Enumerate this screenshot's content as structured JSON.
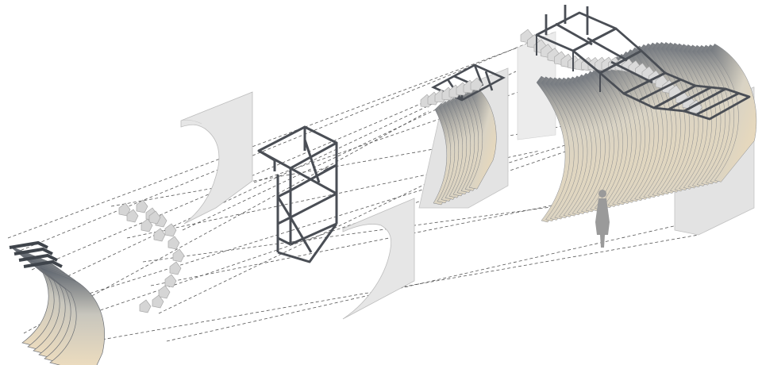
{
  "diagram": {
    "kind": "exploded-axonometric",
    "components": [
      {
        "id": "curved-slat-assembly",
        "count": 1
      },
      {
        "id": "node-connectors",
        "count": 1
      },
      {
        "id": "upper-side-panel",
        "count": 1
      },
      {
        "id": "steel-frame-module",
        "count": 1
      },
      {
        "id": "lower-side-panel",
        "count": 1
      },
      {
        "id": "single-module-assembly",
        "count": 1
      },
      {
        "id": "full-installation-assembly",
        "count": 1
      },
      {
        "id": "human-figure-scale",
        "count": 1
      }
    ],
    "guide_lines": {
      "style": "dashed",
      "count": 16
    },
    "colors": {
      "frame_steel": "#4a4e55",
      "slat_dark": "#59606a",
      "slat_light": "#f1dfbf",
      "panel": "#e6e6e6",
      "connector": "#d5d5d5",
      "guide": "#555555",
      "figure": "#9a9a9a"
    }
  }
}
